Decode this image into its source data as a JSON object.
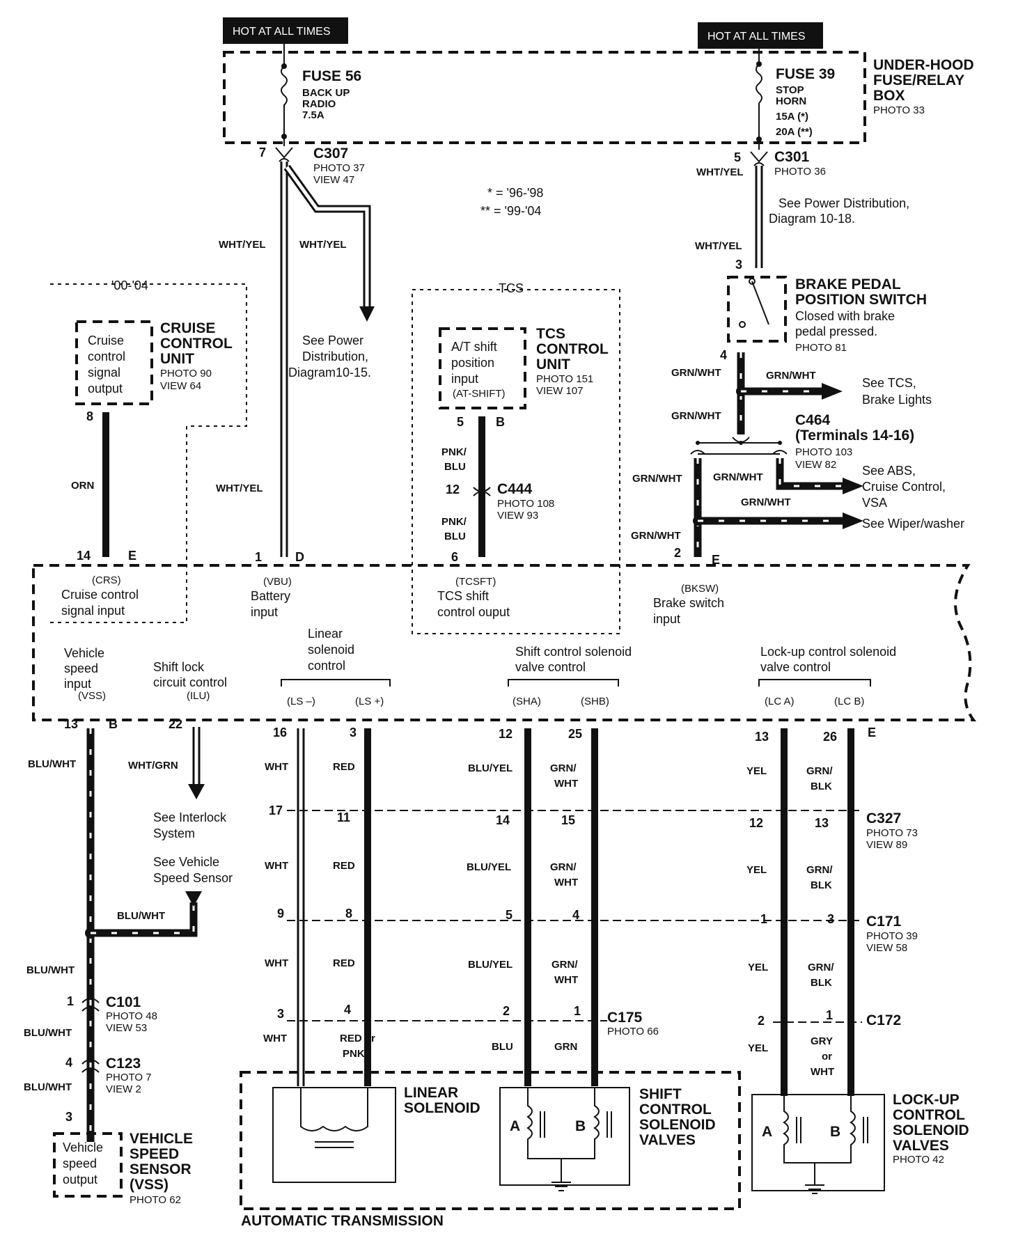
{
  "hot": [
    "HOT AT ALL TIMES",
    "HOT AT ALL TIMES"
  ],
  "fuse56": {
    "name": "FUSE 56",
    "l1": "BACK UP",
    "l2": "RADIO",
    "l3": "7.5A"
  },
  "fuse39": {
    "name": "FUSE 39",
    "l1": "STOP",
    "l2": "HORN",
    "l3": "15A (*)",
    "l4": "20A (**)"
  },
  "underhood": {
    "l1": "UNDER-HOOD",
    "l2": "FUSE/RELAY",
    "l3": "BOX",
    "l4": "PHOTO 33"
  },
  "legend": {
    "a": "* = '96-'98",
    "b": "** = '99-'04"
  },
  "c307": {
    "pin": "7",
    "name": "C307",
    "p": "PHOTO 37",
    "v": "VIEW 47"
  },
  "c301": {
    "pin": "5",
    "name": "C301",
    "p": "PHOTO 36"
  },
  "wires": {
    "wy": "WHT/YEL",
    "gw": "GRN/WHT",
    "orn": "ORN",
    "pnk1": "PNK/",
    "blu": "BLU",
    "bw": "BLU/WHT",
    "wg": "WHT/GRN",
    "wht": "WHT",
    "red": "RED",
    "by": "BLU/YEL",
    "grn": "GRN/",
    "whtb": "WHT",
    "yel": "YEL",
    "blk": "BLK",
    "redor": "RED or",
    "pnk": "PNK",
    "bluonly": "BLU",
    "grnonly": "GRN",
    "gry": "GRY",
    "or": "or"
  },
  "pd1518": {
    "l1": "See Power",
    "l2": "Distribution,",
    "l3": "Diagram10-15."
  },
  "pd1018": {
    "l1": "See Power Distribution,",
    "l2": "Diagram 10-18."
  },
  "ccu": {
    "year": "'00-'04",
    "in1": "Cruise",
    "in2": "control",
    "in3": "signal",
    "in4": "output",
    "t1": "CRUISE",
    "t2": "CONTROL",
    "t3": "UNIT",
    "p": "PHOTO 90",
    "v": "VIEW 64",
    "pin": "8"
  },
  "tcs": {
    "box": "TCS",
    "in1": "A/T shift",
    "in2": "position",
    "in3": "input",
    "in4": "(AT-SHIFT)",
    "t1": "TCS",
    "t2": "CONTROL",
    "t3": "UNIT",
    "p": "PHOTO 151",
    "v": "VIEW 107",
    "pin5": "5",
    "pinB": "B"
  },
  "c444": {
    "pin": "12",
    "name": "C444",
    "p": "PHOTO 108",
    "v": "VIEW 93"
  },
  "bpps": {
    "pin3": "3",
    "t1": "BRAKE PEDAL",
    "t2": "POSITION SWITCH",
    "d1": "Closed with brake",
    "d2": "pedal pressed.",
    "p": "PHOTO 81",
    "pin4": "4"
  },
  "seetcs": {
    "l1": "See TCS,",
    "l2": "Brake Lights"
  },
  "c464": {
    "name": "C464",
    "sub": "(Terminals 14-16)",
    "p": "PHOTO 103",
    "v": "VIEW 82"
  },
  "seeabs": {
    "l1": "See ABS,",
    "l2": "Cruise Control,",
    "l3": "VSA"
  },
  "seewiper": "See Wiper/washer",
  "pcm_top": {
    "p14": "14",
    "e1": "E",
    "crs": "(CRS)",
    "crs1": "Cruise control",
    "crs2": "signal input",
    "p1": "1",
    "d": "D",
    "vbu": "(VBU)",
    "vbu1": "Battery",
    "vbu2": "input",
    "p6": "6",
    "tcsft": "(TCSFT)",
    "tcsft1": "TCS shift",
    "tcsft2": "control ouput",
    "p2": "2",
    "e2": "E",
    "bksw": "(BKSW)",
    "bksw1": "Brake switch",
    "bksw2": "input"
  },
  "pcm_bot": {
    "vss1": "Vehicle",
    "vss2": "speed",
    "vss3": "input",
    "vss": "(VSS)",
    "ilu1": "Shift lock",
    "ilu2": "circuit control",
    "ilu": "(ILU)",
    "ls1": "Linear",
    "ls2": "solenoid",
    "ls3": "control",
    "lsm": "(LS –)",
    "lsp": "(LS +)",
    "sh1": "Shift control solenoid",
    "sh2": "valve control",
    "sha": "(SHA)",
    "shb": "(SHB)",
    "lc1": "Lock-up control solenoid",
    "lc2": "valve control",
    "lca": "(LC A)",
    "lcb": "(LC B)",
    "p13": "13",
    "b": "B",
    "p22": "22",
    "p16": "16",
    "p3": "3",
    "p12": "12",
    "p25": "25",
    "p13b": "13",
    "p26": "26",
    "e": "E"
  },
  "interlock": {
    "l1": "See Interlock",
    "l2": "System"
  },
  "seevss": {
    "l1": "See Vehicle",
    "l2": "Speed Sensor"
  },
  "c327": {
    "name": "C327",
    "p": "PHOTO 73",
    "v": "VIEW 89",
    "pins": [
      "17",
      "11",
      "14",
      "15",
      "12",
      "13"
    ]
  },
  "c171": {
    "name": "C171",
    "p": "PHOTO 39",
    "v": "VIEW 58",
    "pins": [
      "9",
      "8",
      "5",
      "4",
      "1",
      "3"
    ]
  },
  "c175": {
    "name": "C175",
    "p": "PHOTO 66",
    "pins": [
      "3",
      "4",
      "2",
      "1"
    ]
  },
  "c172": {
    "name": "C172",
    "pins": [
      "2",
      "1"
    ]
  },
  "c101": {
    "pin": "1",
    "name": "C101",
    "p": "PHOTO 48",
    "v": "VIEW 53"
  },
  "c123": {
    "pin": "4",
    "name": "C123",
    "p": "PHOTO 7",
    "v": "VIEW 2"
  },
  "vsensor": {
    "pin": "3",
    "in1": "Vehicle",
    "in2": "speed",
    "in3": "output",
    "t1": "VEHICLE",
    "t2": "SPEED",
    "t3": "SENSOR",
    "t4": "(VSS)",
    "p": "PHOTO 62"
  },
  "linsol": {
    "l1": "LINEAR",
    "l2": "SOLENOID"
  },
  "shiftsol": {
    "l1": "SHIFT",
    "l2": "CONTROL",
    "l3": "SOLENOID",
    "l4": "VALVES",
    "a": "A",
    "b": "B"
  },
  "lockup": {
    "l1": "LOCK-UP",
    "l2": "CONTROL",
    "l3": "SOLENOID",
    "l4": "VALVES",
    "p": "PHOTO 42",
    "a": "A",
    "b": "B"
  },
  "at": "AUTOMATIC TRANSMISSION"
}
